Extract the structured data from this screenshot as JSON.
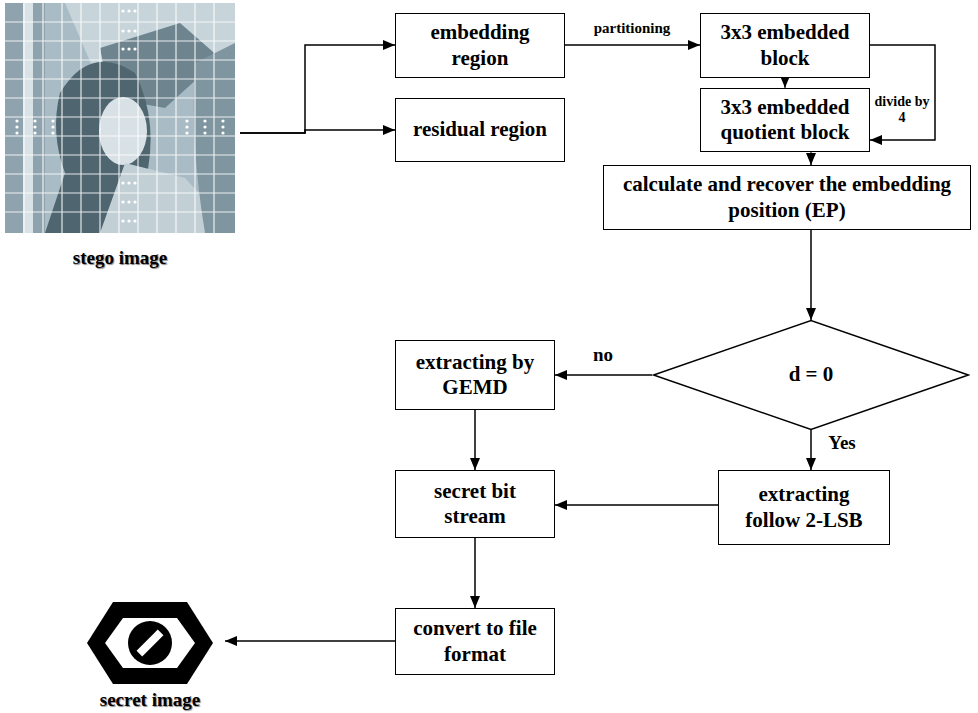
{
  "diagram": {
    "nodes": [
      {
        "text": [
          "stego image"
        ]
      },
      {
        "text": [
          "embedding region"
        ]
      },
      {
        "text": [
          "residual region"
        ]
      },
      {
        "text": [
          "3x3 embedded block"
        ]
      },
      {
        "text": [
          "3x3 embedded quotient block"
        ]
      },
      {
        "text": [
          "calculate and recover the embedding position (EP)"
        ]
      },
      {
        "text": [
          "d = 0"
        ]
      },
      {
        "text": [
          "extracting by GEMD"
        ]
      },
      {
        "text": [
          "secret bit stream"
        ]
      },
      {
        "text": [
          "extracting follow 2-LSB"
        ]
      },
      {
        "text": [
          "convert to file format"
        ]
      },
      {
        "text": [
          "secret image"
        ]
      }
    ],
    "edges": [
      {
        "from": 0,
        "to": 1,
        "arrow": "to"
      },
      {
        "from": 0,
        "to": 2,
        "arrow": "to"
      },
      {
        "from": 1,
        "to": 3,
        "label": "partitioning",
        "arrow": "to"
      },
      {
        "from": 3,
        "to": 4,
        "arrow": "to"
      },
      {
        "from": 3,
        "to": 4,
        "label": "divide by 4",
        "arrow": "to"
      },
      {
        "from": 4,
        "to": 5,
        "arrow": "to"
      },
      {
        "from": 5,
        "to": 6,
        "arrow": "to"
      },
      {
        "from": 6,
        "to": 7,
        "label": "no",
        "arrow": "to"
      },
      {
        "from": 6,
        "to": 9,
        "label": "Yes",
        "arrow": "to"
      },
      {
        "from": 7,
        "to": 8,
        "arrow": "to"
      },
      {
        "from": 9,
        "to": 8,
        "arrow": "to"
      },
      {
        "from": 8,
        "to": 10,
        "arrow": "to"
      },
      {
        "from": 10,
        "to": 11,
        "arrow": "to"
      }
    ]
  }
}
